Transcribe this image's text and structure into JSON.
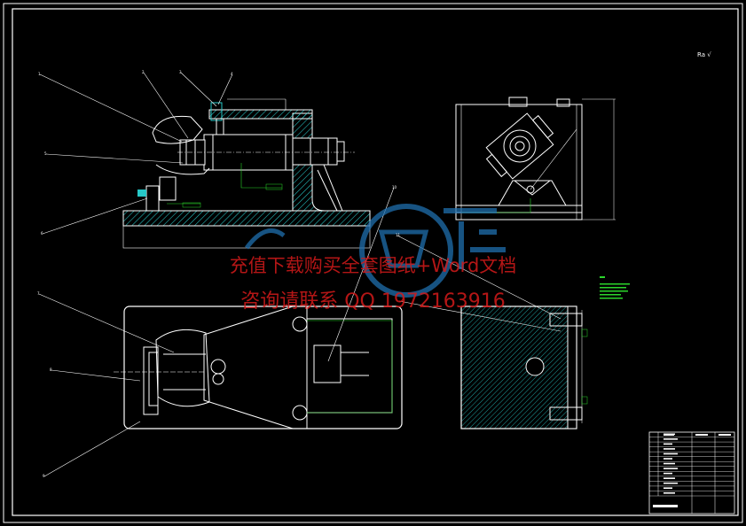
{
  "surface_finish_note": "Ra √",
  "watermark": {
    "line1": "充值下载购买全套图纸+Word文档",
    "line2": "咨询请联系  QQ 1972163916"
  },
  "colors": {
    "background": "#000000",
    "outline": "#ffffff",
    "hatch": "#27c8c8",
    "dimension": "#2bd62b",
    "watermark_text": "#d41a1a",
    "watermark_logo": "#1f6fae"
  },
  "part_labels": [
    "1",
    "2",
    "3",
    "4",
    "5",
    "6",
    "7",
    "8",
    "9",
    "10",
    "11"
  ],
  "title_block": {
    "rows": 13,
    "title": "夹具装配图"
  }
}
